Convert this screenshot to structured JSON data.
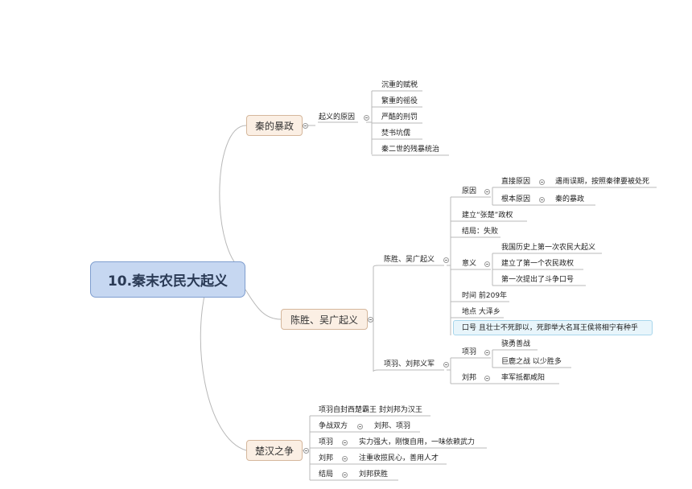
{
  "central": "10.秦末农民大起义",
  "b1": {
    "label": "秦的暴政",
    "sub": "起义的原因",
    "leaves": [
      "沉重的赋税",
      "繁重的徭役",
      "严酷的刑罚",
      "焚书坑儒",
      "秦二世的残暴统治"
    ]
  },
  "b2": {
    "label": "陈胜、吴广起义",
    "s1": {
      "label": "陈胜、吴广起义",
      "cause": {
        "label": "原因",
        "direct": "直接原因",
        "direct_detail": "遇雨误期，按照秦律要被处死",
        "root": "根本原因",
        "root_detail": "秦的暴政"
      },
      "establish": "建立“张楚”政权",
      "result": "结局：失败",
      "meaning": {
        "label": "意义",
        "items": [
          "我国历史上第一次农民大起义",
          "建立了第一个农民政权",
          "第一次提出了斗争口号"
        ]
      },
      "time": "时间 前209年",
      "place": "地点 大泽乡",
      "slogan": "口号 且壮士不死即以，死即举大名耳王侯将相宁有种乎"
    },
    "s2": {
      "label": "项羽、刘邦义军",
      "xiangyu": {
        "label": "项羽",
        "items": [
          "骁勇善战",
          "巨鹿之战 以少胜多"
        ]
      },
      "liubang": {
        "label": "刘邦",
        "item": "率军抵都咸阳"
      }
    }
  },
  "b3": {
    "label": "楚汉之争",
    "i0": "项羽自封西楚霸王 封刘邦为汉王",
    "i1": {
      "label": "争战双方",
      "detail": "刘邦、项羽"
    },
    "i2": {
      "label": "项羽",
      "detail": "实力强大，刚愎自用，一味依赖武力"
    },
    "i3": {
      "label": "刘邦",
      "detail": "注重收揽民心，善用人才"
    },
    "i4": {
      "label": "结局",
      "detail": "刘邦获胜"
    }
  },
  "colors": {
    "central_fill": "#c6d7f1",
    "main_fill": "#fbefe4",
    "line": "#b8b8b8"
  }
}
